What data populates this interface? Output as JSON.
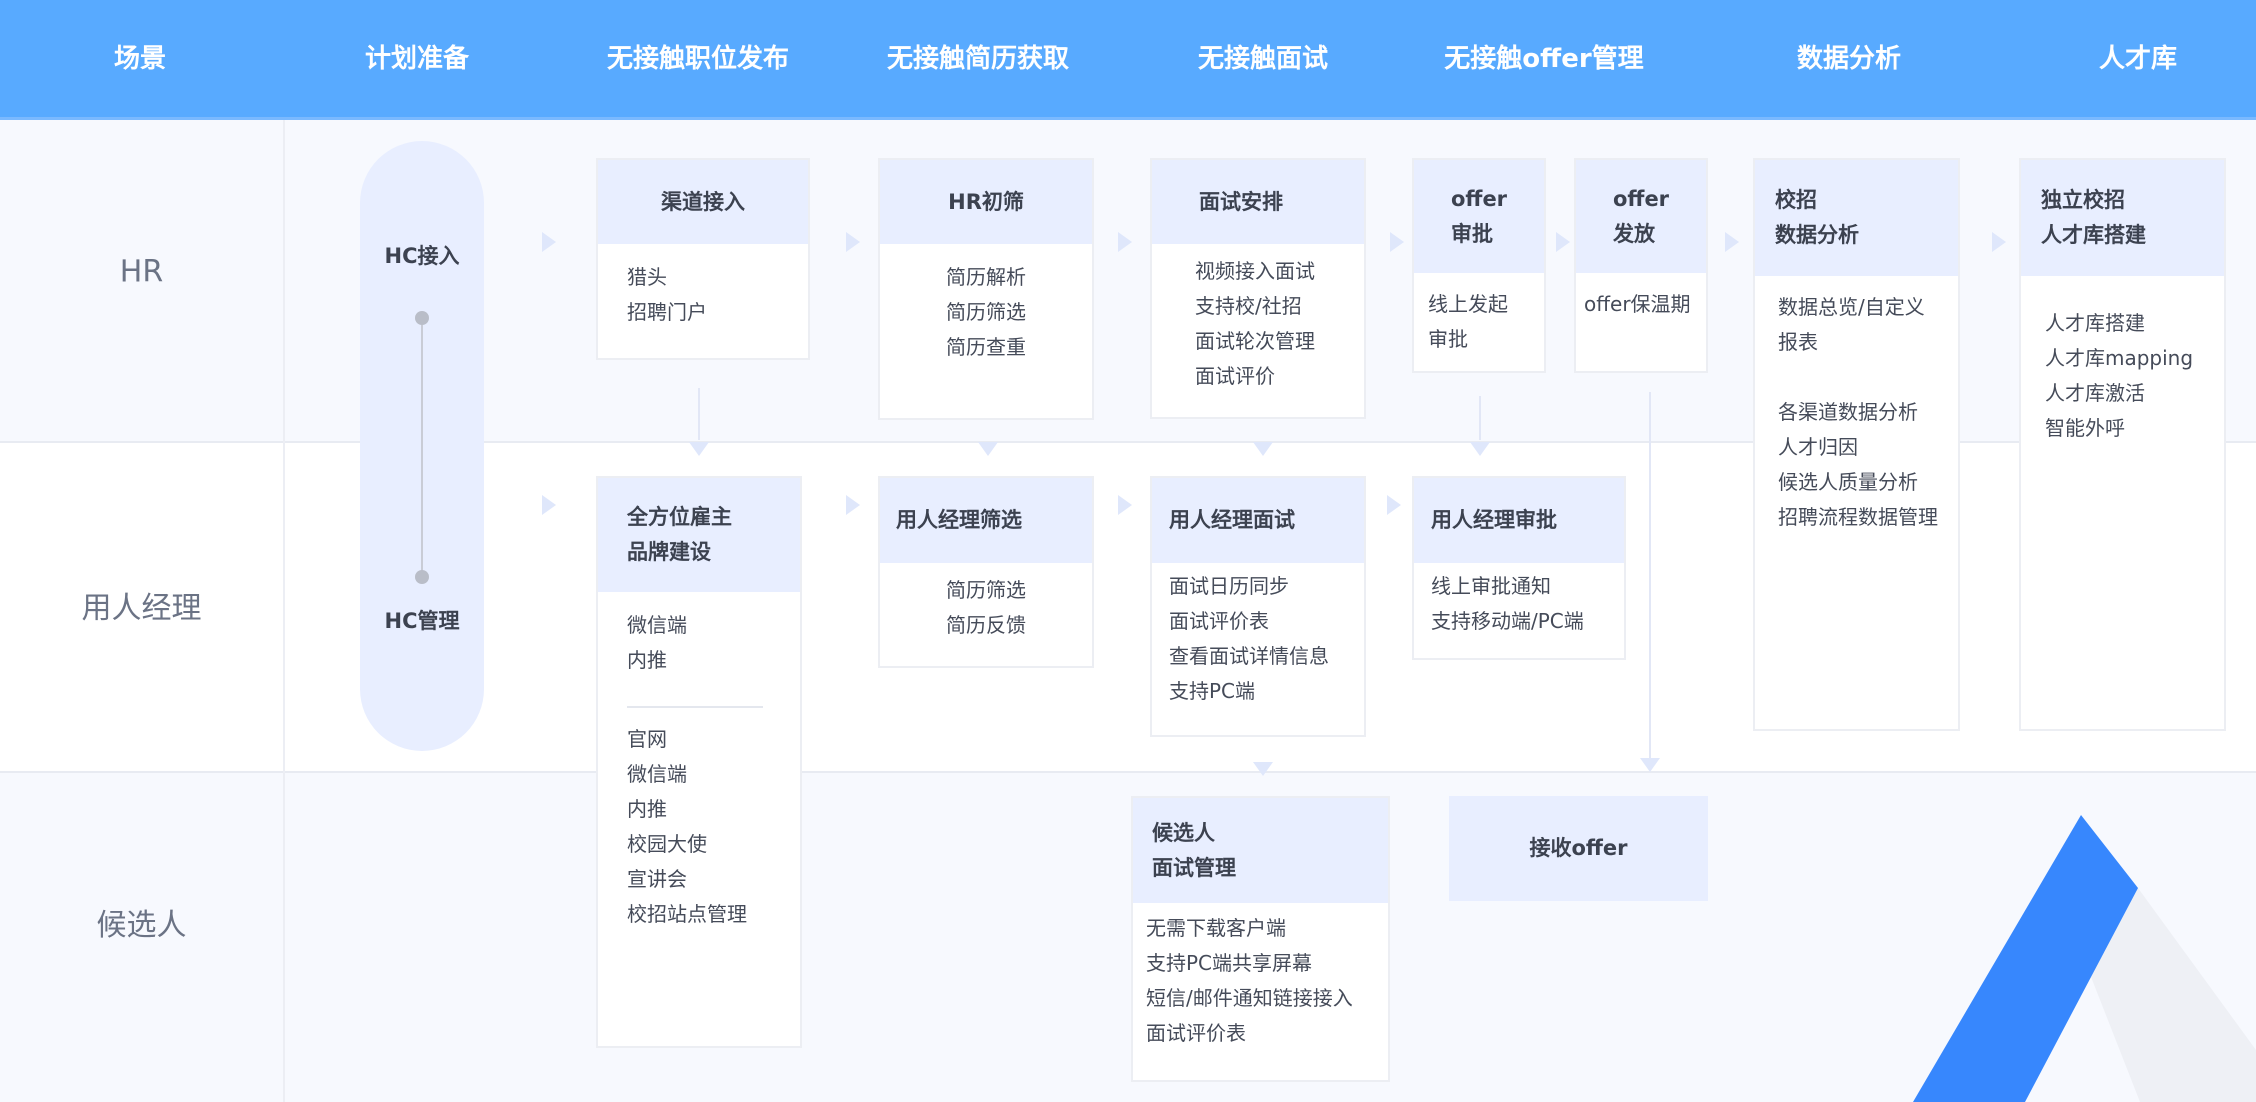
{
  "header": [
    "场景",
    "计划准备",
    "无接触职位发布",
    "无接触简历获取",
    "无接触面试",
    "无接触offer管理",
    "数据分析",
    "人才库"
  ],
  "rows": {
    "hr": "HR",
    "manager": "用人经理",
    "candidate": "候选人"
  },
  "plan": {
    "hc_access": "HC接入",
    "hc_manage": "HC管理"
  },
  "cards": [
    {
      "id": "channel",
      "title": [
        "渠道接入"
      ],
      "groups": [
        [
          "猎头",
          "招聘门户"
        ]
      ]
    },
    {
      "id": "hr_screen",
      "title": [
        "HR初筛"
      ],
      "groups": [
        [
          "简历解析",
          "简历筛选",
          "简历查重"
        ]
      ]
    },
    {
      "id": "interview_arrange",
      "title": [
        "面试安排"
      ],
      "groups": [
        [
          "视频接入面试",
          "支持校/社招",
          "面试轮次管理",
          "面试评价"
        ]
      ]
    },
    {
      "id": "offer_approve",
      "title": [
        "offer",
        "审批"
      ],
      "groups": [
        [
          "线上发起",
          "审批"
        ]
      ]
    },
    {
      "id": "offer_send",
      "title": [
        "offer",
        "发放"
      ],
      "groups": [
        [
          "offer保温期"
        ]
      ]
    },
    {
      "id": "data_analysis",
      "title": [
        "校招",
        "数据分析"
      ],
      "groups": [
        [
          "数据总览/自定义",
          "报表"
        ],
        [
          "各渠道数据分析",
          "人才归因",
          "候选人质量分析",
          "招聘流程数据管理"
        ]
      ]
    },
    {
      "id": "talent_pool",
      "title": [
        "独立校招",
        "人才库搭建"
      ],
      "groups": [
        [
          "人才库搭建",
          "人才库mapping",
          "人才库激活",
          "智能外呼"
        ]
      ]
    },
    {
      "id": "employer_brand",
      "title": [
        "全方位雇主",
        "品牌建设"
      ],
      "groups": [
        [
          "微信端",
          "内推"
        ],
        [
          "官网",
          "微信端",
          "内推",
          "校园大使",
          "宣讲会",
          "校招站点管理"
        ]
      ]
    },
    {
      "id": "mgr_screen",
      "title": [
        "用人经理筛选"
      ],
      "groups": [
        [
          "简历筛选",
          "简历反馈"
        ]
      ]
    },
    {
      "id": "mgr_interview",
      "title": [
        "用人经理面试"
      ],
      "groups": [
        [
          "面试日历同步",
          "面试评价表",
          "查看面试详情信息",
          "支持PC端"
        ]
      ]
    },
    {
      "id": "mgr_approve",
      "title": [
        "用人经理审批"
      ],
      "groups": [
        [
          "线上审批通知",
          "支持移动端/PC端"
        ]
      ]
    },
    {
      "id": "candidate_interview",
      "title": [
        "候选人",
        "面试管理"
      ],
      "groups": [
        [
          "无需下载客户端",
          "支持PC端共享屏幕",
          "短信/邮件通知链接接入",
          "面试评价表"
        ]
      ]
    },
    {
      "id": "accept_offer",
      "title": [
        "接收offer"
      ],
      "groups": []
    }
  ],
  "colors": {
    "header": "#58aaff",
    "card_header": "#e8eeff",
    "logo_blue": "#3787fd",
    "logo_gray": "#eef0f5"
  }
}
